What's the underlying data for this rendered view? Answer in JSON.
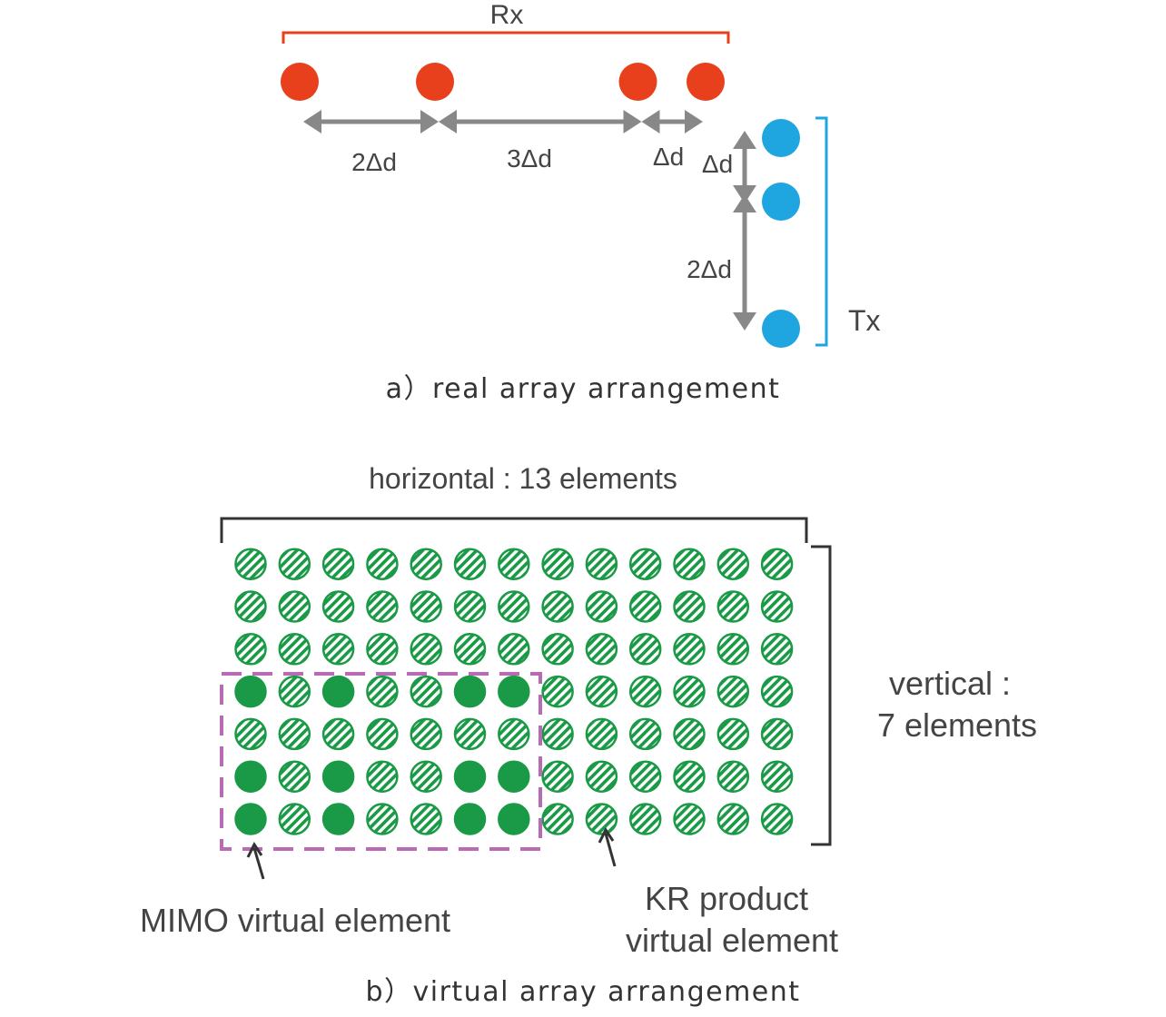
{
  "real_array": {
    "rx_label": "Rx",
    "tx_label": "Tx",
    "rx_spacings": [
      "2Δd",
      "3Δd",
      "Δd"
    ],
    "tx_spacings": [
      "Δd",
      "2Δd"
    ],
    "rx_positions": [
      0,
      2,
      5,
      6
    ],
    "tx_positions": [
      0,
      1,
      3
    ],
    "caption": "a）real array arrangement"
  },
  "virtual_array": {
    "horizontal_label": "horizontal : 13 elements",
    "vertical_label_line1": "vertical :",
    "vertical_label_line2": "7 elements",
    "columns": 13,
    "rows": 7,
    "mimo_label": "MIMO virtual element",
    "kr_label_line1": "KR product",
    "kr_label_line2": "virtual element",
    "caption": "b）virtual array arrangement"
  },
  "colors": {
    "rx": "#e8401c",
    "tx": "#1fa5e0",
    "element": "#1a9a46",
    "dashed_box": "#b86bb4",
    "arrow": "#888888",
    "bracket": "#333333"
  }
}
